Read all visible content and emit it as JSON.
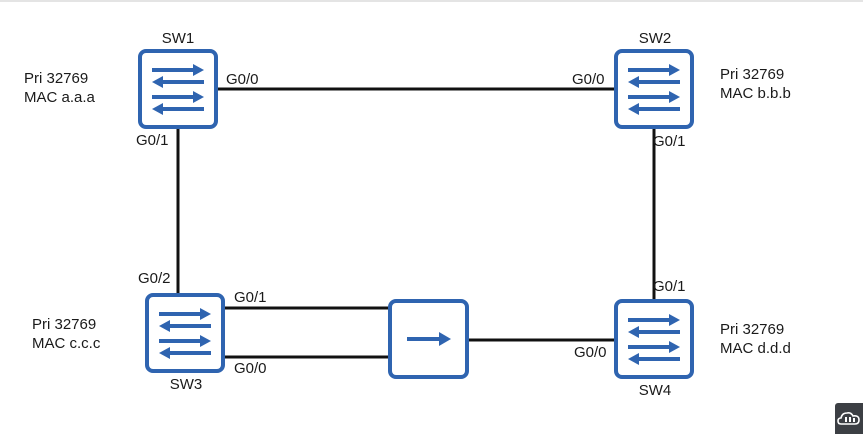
{
  "colors": {
    "device_stroke": "#2f64b0",
    "device_fill": "#ffffff",
    "link": "#111111",
    "label": "#1a1a1a"
  },
  "switches": {
    "sw1": {
      "name": "SW1",
      "priority": "Pri 32769",
      "mac": "MAC a.a.a",
      "icon": "switch-arrows-icon"
    },
    "sw2": {
      "name": "SW2",
      "priority": "Pri 32769",
      "mac": "MAC b.b.b",
      "icon": "switch-arrows-icon"
    },
    "sw3": {
      "name": "SW3",
      "priority": "Pri 32769",
      "mac": "MAC c.c.c",
      "icon": "switch-arrows-icon"
    },
    "sw4": {
      "name": "SW4",
      "priority": "Pri 32769",
      "mac": "MAC d.d.d",
      "icon": "switch-arrows-icon"
    }
  },
  "hub": {
    "icon": "hub-arrow-icon"
  },
  "ports": {
    "sw1_g00": "G0/0",
    "sw1_g01": "G0/1",
    "sw2_g00": "G0/0",
    "sw2_g01": "G0/1",
    "sw3_g02": "G0/2",
    "sw3_g01": "G0/1",
    "sw3_g00": "G0/0",
    "sw4_g01": "G0/1",
    "sw4_g00": "G0/0"
  },
  "watermark": {
    "icon": "cloud-logo-icon"
  }
}
